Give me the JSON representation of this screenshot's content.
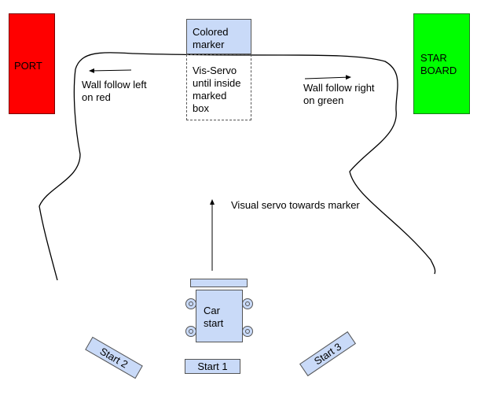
{
  "port_label": "PORT",
  "starboard_label": "STAR\nBOARD",
  "marker_label": "Colored\nmarker",
  "vis_servo_label": "Vis-Servo\nuntil inside\nmarked\nbox",
  "wall_left_label": "Wall follow left\non red",
  "wall_right_label": "Wall follow right\non green",
  "visual_servo_label": "Visual servo towards marker",
  "car_label": "Car\nstart",
  "start1_label": "Start 1",
  "start2_label": "Start 2",
  "start3_label": "Start 3",
  "colors": {
    "port": "#ff0000",
    "starboard": "#00ff00",
    "box_fill": "#c9daf8",
    "outline": "#555555"
  }
}
